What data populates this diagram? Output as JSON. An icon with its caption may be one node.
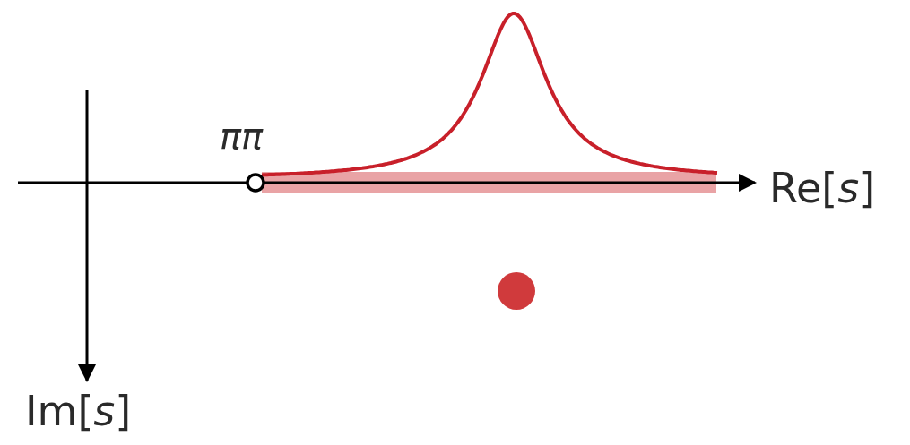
{
  "diagram": {
    "labels": [
      "ππ",
      "Re[*s*]",
      "Im[*s*]"
    ]
  }
}
